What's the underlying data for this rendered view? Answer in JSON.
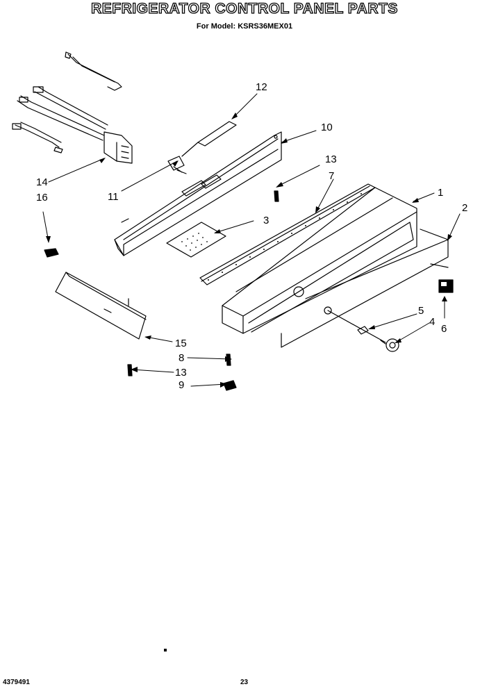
{
  "header": {
    "title": "REFRIGERATOR CONTROL PANEL PARTS",
    "subtitle": "For Model: KSRS36MEX01"
  },
  "callouts": {
    "c1": "1",
    "c2": "2",
    "c3": "3",
    "c4": "4",
    "c5": "5",
    "c6": "6",
    "c7": "7",
    "c8": "8",
    "c9": "9",
    "c10": "10",
    "c11": "11",
    "c12": "12",
    "c13a": "13",
    "c13b": "13",
    "c14": "14",
    "c15": "15",
    "c16": "16"
  },
  "footer": {
    "doc_number": "4379491",
    "page_number": "23"
  }
}
